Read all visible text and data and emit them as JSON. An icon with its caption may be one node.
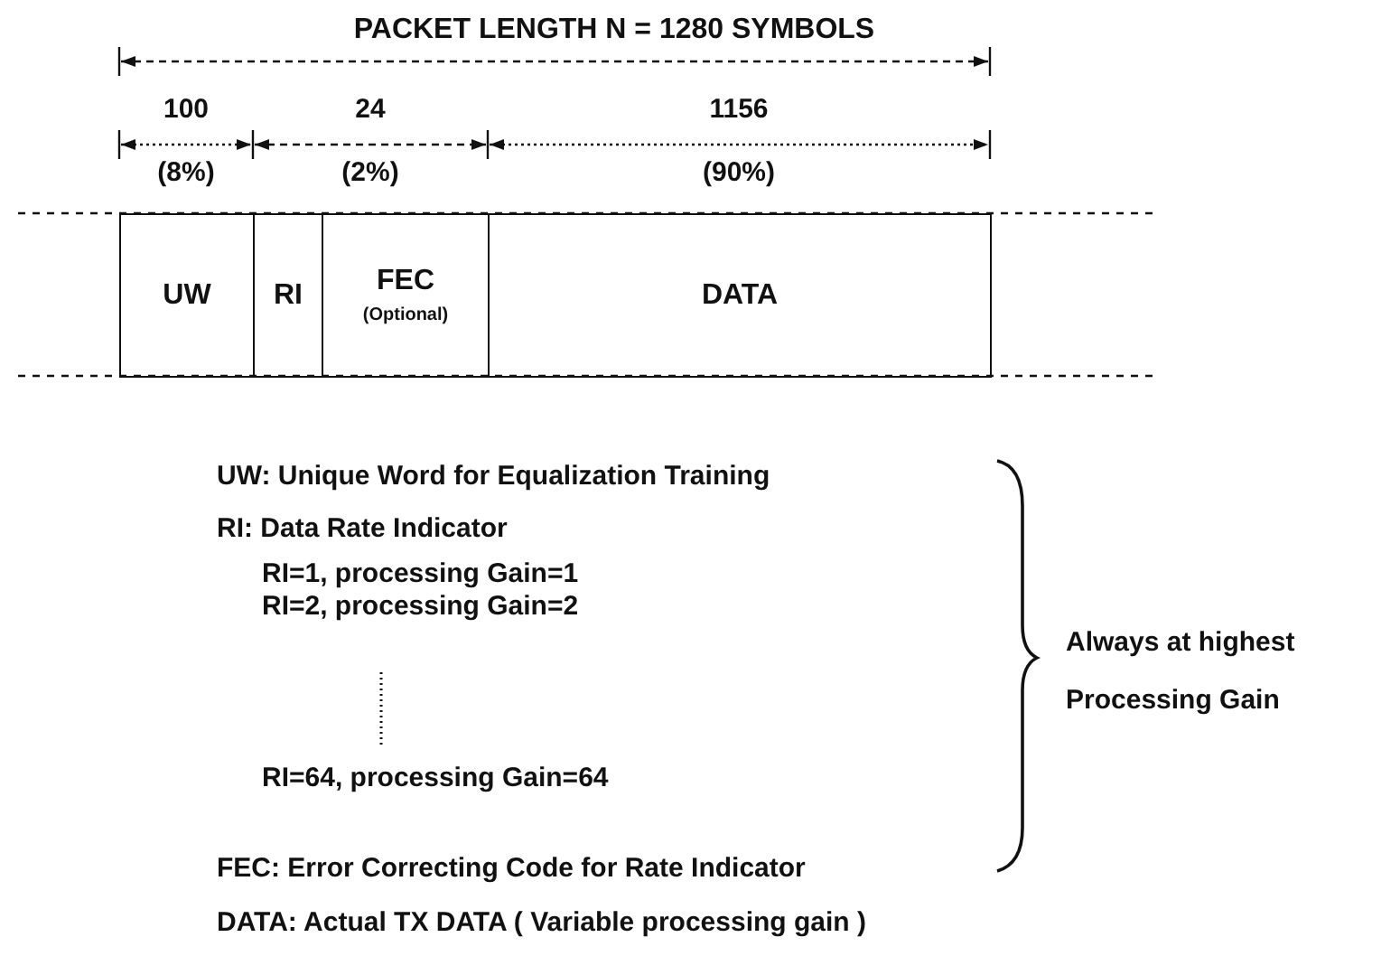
{
  "diagram": {
    "nodes": [
      {
        "text": [
          "UW"
        ]
      },
      {
        "text": [
          "RI"
        ]
      },
      {
        "text": [
          "FEC",
          "(Optional)"
        ]
      },
      {
        "text": [
          "DATA"
        ]
      }
    ],
    "labels": [
      "PACKET LENGTH N = 1280 SYMBOLS",
      "100",
      "24",
      "1156",
      "(8%)",
      "(2%)",
      "(90%)",
      "UW: Unique Word for Equalization Training",
      "RI: Data Rate Indicator",
      "RI=1, processing Gain=1",
      "RI=2, processing Gain=2",
      "Always at highest Processing Gain",
      "RI=64, processing Gain=64",
      "FEC: Error Correcting Code for Rate Indicator",
      "DATA: Actual TX DATA ( Variable processing gain )"
    ]
  }
}
